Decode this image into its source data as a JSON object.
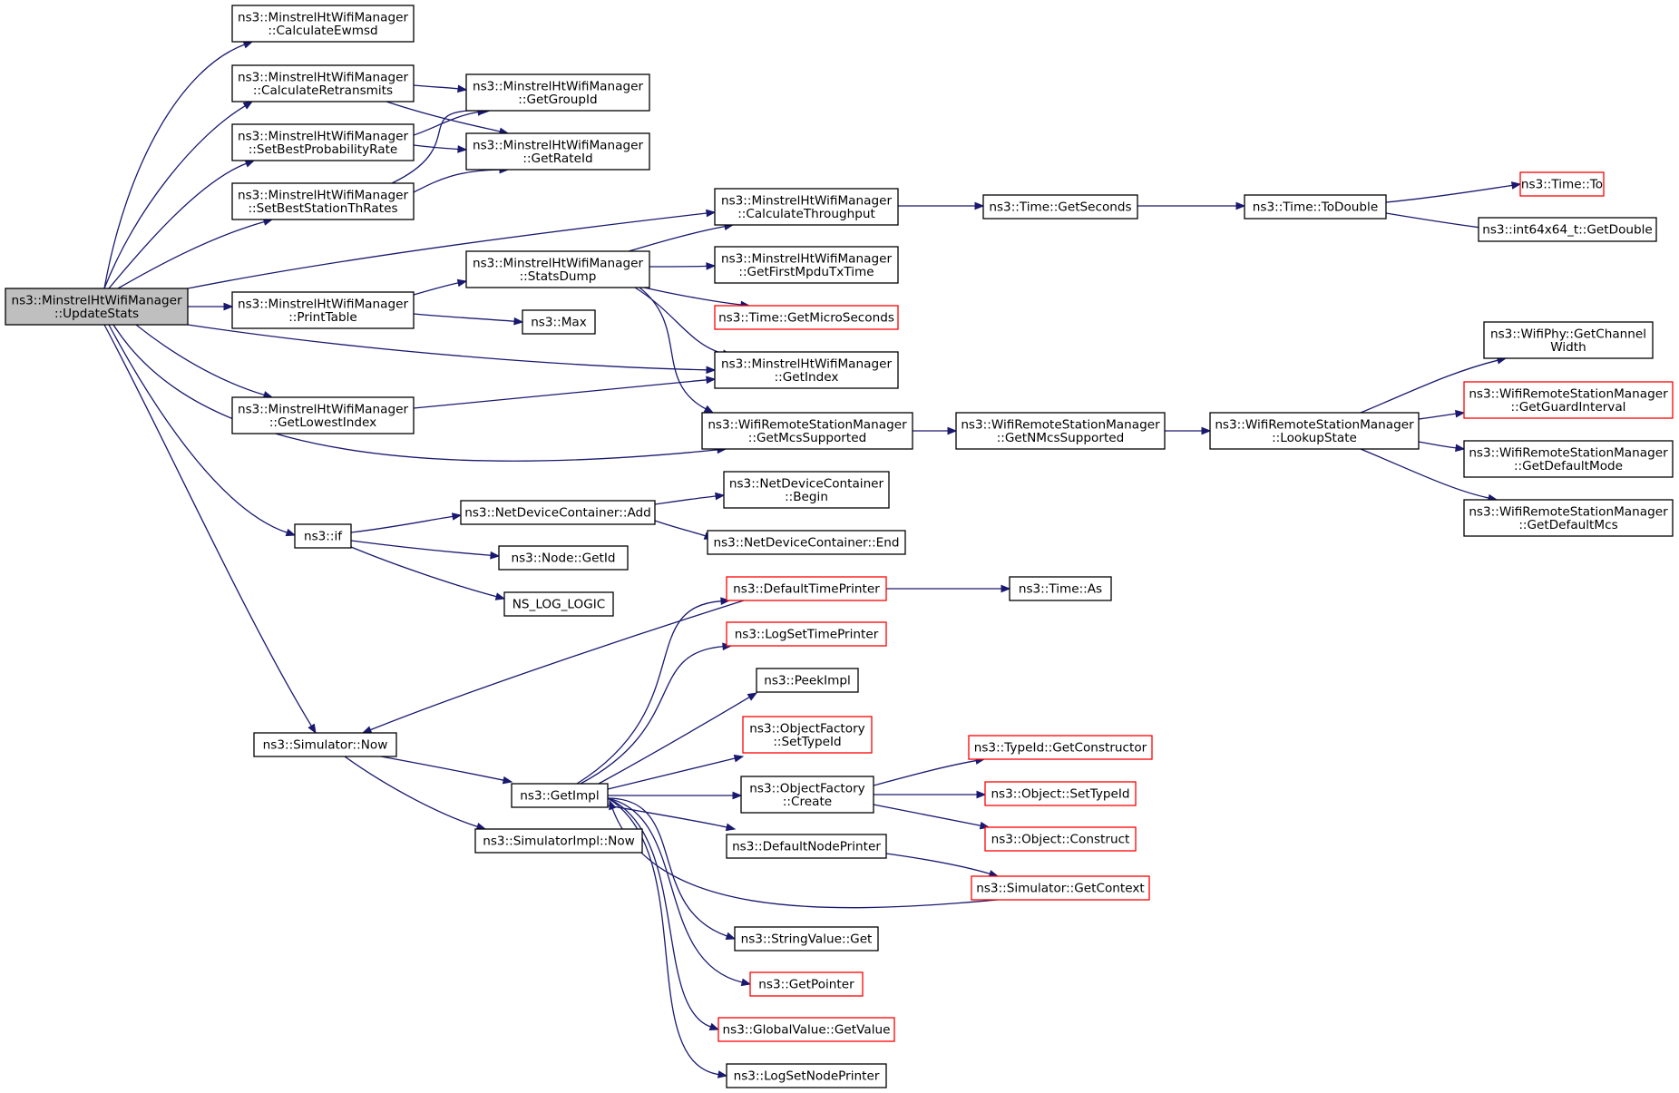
{
  "diagram": {
    "nodes": [
      {
        "id": "n0",
        "lines": [
          "ns3::MinstrelHtWifiManager",
          "::UpdateStats"
        ],
        "style": "root"
      },
      {
        "id": "n1",
        "lines": [
          "ns3::MinstrelHtWifiManager",
          "::CalculateEwmsd"
        ],
        "style": "normal"
      },
      {
        "id": "n2",
        "lines": [
          "ns3::MinstrelHtWifiManager",
          "::CalculateRetransmits"
        ],
        "style": "normal"
      },
      {
        "id": "n3",
        "lines": [
          "ns3::MinstrelHtWifiManager",
          "::SetBestProbabilityRate"
        ],
        "style": "normal"
      },
      {
        "id": "n4",
        "lines": [
          "ns3::MinstrelHtWifiManager",
          "::SetBestStationThRates"
        ],
        "style": "normal"
      },
      {
        "id": "n5",
        "lines": [
          "ns3::MinstrelHtWifiManager",
          "::PrintTable"
        ],
        "style": "normal"
      },
      {
        "id": "n6",
        "lines": [
          "ns3::MinstrelHtWifiManager",
          "::GetLowestIndex"
        ],
        "style": "normal"
      },
      {
        "id": "n7",
        "lines": [
          "ns3::if"
        ],
        "style": "normal"
      },
      {
        "id": "n8",
        "lines": [
          "ns3::Simulator::Now"
        ],
        "style": "normal"
      },
      {
        "id": "n9",
        "lines": [
          "ns3::MinstrelHtWifiManager",
          "::GetGroupId"
        ],
        "style": "normal"
      },
      {
        "id": "n10",
        "lines": [
          "ns3::MinstrelHtWifiManager",
          "::GetRateId"
        ],
        "style": "normal"
      },
      {
        "id": "n11",
        "lines": [
          "ns3::MinstrelHtWifiManager",
          "::StatsDump"
        ],
        "style": "normal"
      },
      {
        "id": "n12",
        "lines": [
          "ns3::Max"
        ],
        "style": "normal"
      },
      {
        "id": "n13",
        "lines": [
          "ns3::NetDeviceContainer::Add"
        ],
        "style": "normal"
      },
      {
        "id": "n14",
        "lines": [
          "ns3::Node::GetId"
        ],
        "style": "normal"
      },
      {
        "id": "n15",
        "lines": [
          "NS_LOG_LOGIC"
        ],
        "style": "normal"
      },
      {
        "id": "n16",
        "lines": [
          "ns3::GetImpl"
        ],
        "style": "normal"
      },
      {
        "id": "n17",
        "lines": [
          "ns3::SimulatorImpl::Now"
        ],
        "style": "normal"
      },
      {
        "id": "n18",
        "lines": [
          "ns3::MinstrelHtWifiManager",
          "::CalculateThroughput"
        ],
        "style": "normal"
      },
      {
        "id": "n19",
        "lines": [
          "ns3::MinstrelHtWifiManager",
          "::GetFirstMpduTxTime"
        ],
        "style": "normal"
      },
      {
        "id": "n20",
        "lines": [
          "ns3::Time::GetMicroSeconds"
        ],
        "style": "external"
      },
      {
        "id": "n21",
        "lines": [
          "ns3::MinstrelHtWifiManager",
          "::GetIndex"
        ],
        "style": "normal"
      },
      {
        "id": "n22",
        "lines": [
          "ns3::WifiRemoteStationManager",
          "::GetMcsSupported"
        ],
        "style": "normal"
      },
      {
        "id": "n23",
        "lines": [
          "ns3::NetDeviceContainer",
          "::Begin"
        ],
        "style": "normal"
      },
      {
        "id": "n24",
        "lines": [
          "ns3::NetDeviceContainer::End"
        ],
        "style": "normal"
      },
      {
        "id": "n25",
        "lines": [
          "ns3::DefaultTimePrinter"
        ],
        "style": "external"
      },
      {
        "id": "n26",
        "lines": [
          "ns3::LogSetTimePrinter"
        ],
        "style": "external"
      },
      {
        "id": "n27",
        "lines": [
          "ns3::PeekImpl"
        ],
        "style": "normal"
      },
      {
        "id": "n28",
        "lines": [
          "ns3::ObjectFactory",
          "::SetTypeId"
        ],
        "style": "external"
      },
      {
        "id": "n29",
        "lines": [
          "ns3::ObjectFactory",
          "::Create"
        ],
        "style": "normal"
      },
      {
        "id": "n30",
        "lines": [
          "ns3::DefaultNodePrinter"
        ],
        "style": "normal"
      },
      {
        "id": "n31",
        "lines": [
          "ns3::StringValue::Get"
        ],
        "style": "normal"
      },
      {
        "id": "n32",
        "lines": [
          "ns3::GetPointer"
        ],
        "style": "external"
      },
      {
        "id": "n33",
        "lines": [
          "ns3::GlobalValue::GetValue"
        ],
        "style": "external"
      },
      {
        "id": "n34",
        "lines": [
          "ns3::LogSetNodePrinter"
        ],
        "style": "normal"
      },
      {
        "id": "n35",
        "lines": [
          "ns3::Time::GetSeconds"
        ],
        "style": "normal"
      },
      {
        "id": "n36",
        "lines": [
          "ns3::WifiRemoteStationManager",
          "::GetNMcsSupported"
        ],
        "style": "normal"
      },
      {
        "id": "n37",
        "lines": [
          "ns3::Time::As"
        ],
        "style": "normal"
      },
      {
        "id": "n38",
        "lines": [
          "ns3::TypeId::GetConstructor"
        ],
        "style": "external"
      },
      {
        "id": "n39",
        "lines": [
          "ns3::Object::SetTypeId"
        ],
        "style": "external"
      },
      {
        "id": "n40",
        "lines": [
          "ns3::Object::Construct"
        ],
        "style": "external"
      },
      {
        "id": "n41",
        "lines": [
          "ns3::Simulator::GetContext"
        ],
        "style": "external"
      },
      {
        "id": "n42",
        "lines": [
          "ns3::Time::ToDouble"
        ],
        "style": "normal"
      },
      {
        "id": "n43",
        "lines": [
          "ns3::WifiRemoteStationManager",
          "::LookupState"
        ],
        "style": "normal"
      },
      {
        "id": "n44",
        "lines": [
          "ns3::Time::To"
        ],
        "style": "external"
      },
      {
        "id": "n45",
        "lines": [
          "ns3::int64x64_t::GetDouble"
        ],
        "style": "normal"
      },
      {
        "id": "n46",
        "lines": [
          "ns3::WifiPhy::GetChannel",
          "Width"
        ],
        "style": "normal"
      },
      {
        "id": "n47",
        "lines": [
          "ns3::WifiRemoteStationManager",
          "::GetGuardInterval"
        ],
        "style": "external"
      },
      {
        "id": "n48",
        "lines": [
          "ns3::WifiRemoteStationManager",
          "::GetDefaultMode"
        ],
        "style": "normal"
      },
      {
        "id": "n49",
        "lines": [
          "ns3::WifiRemoteStationManager",
          "::GetDefaultMcs"
        ],
        "style": "normal"
      }
    ],
    "edges": [
      {
        "from": "n0",
        "to": "n1"
      },
      {
        "from": "n0",
        "to": "n2"
      },
      {
        "from": "n0",
        "to": "n3"
      },
      {
        "from": "n0",
        "to": "n4"
      },
      {
        "from": "n0",
        "to": "n18"
      },
      {
        "from": "n0",
        "to": "n5"
      },
      {
        "from": "n0",
        "to": "n21"
      },
      {
        "from": "n0",
        "to": "n6"
      },
      {
        "from": "n0",
        "to": "n22"
      },
      {
        "from": "n0",
        "to": "n7"
      },
      {
        "from": "n0",
        "to": "n8"
      },
      {
        "from": "n2",
        "to": "n9"
      },
      {
        "from": "n2",
        "to": "n10"
      },
      {
        "from": "n3",
        "to": "n9"
      },
      {
        "from": "n3",
        "to": "n10"
      },
      {
        "from": "n4",
        "to": "n9"
      },
      {
        "from": "n4",
        "to": "n10"
      },
      {
        "from": "n5",
        "to": "n11"
      },
      {
        "from": "n5",
        "to": "n12"
      },
      {
        "from": "n6",
        "to": "n21"
      },
      {
        "from": "n11",
        "to": "n18"
      },
      {
        "from": "n11",
        "to": "n19"
      },
      {
        "from": "n11",
        "to": "n20"
      },
      {
        "from": "n11",
        "to": "n21"
      },
      {
        "from": "n11",
        "to": "n22"
      },
      {
        "from": "n18",
        "to": "n35"
      },
      {
        "from": "n35",
        "to": "n42"
      },
      {
        "from": "n42",
        "to": "n44"
      },
      {
        "from": "n42",
        "to": "n45"
      },
      {
        "from": "n22",
        "to": "n36"
      },
      {
        "from": "n36",
        "to": "n43"
      },
      {
        "from": "n43",
        "to": "n46"
      },
      {
        "from": "n43",
        "to": "n47"
      },
      {
        "from": "n43",
        "to": "n48"
      },
      {
        "from": "n43",
        "to": "n49"
      },
      {
        "from": "n7",
        "to": "n13"
      },
      {
        "from": "n7",
        "to": "n14"
      },
      {
        "from": "n7",
        "to": "n15"
      },
      {
        "from": "n13",
        "to": "n23"
      },
      {
        "from": "n13",
        "to": "n24"
      },
      {
        "from": "n25",
        "to": "n8"
      },
      {
        "from": "n25",
        "to": "n37"
      },
      {
        "from": "n8",
        "to": "n16"
      },
      {
        "from": "n8",
        "to": "n17"
      },
      {
        "from": "n16",
        "to": "n25"
      },
      {
        "from": "n16",
        "to": "n26"
      },
      {
        "from": "n16",
        "to": "n27"
      },
      {
        "from": "n16",
        "to": "n28"
      },
      {
        "from": "n16",
        "to": "n29"
      },
      {
        "from": "n16",
        "to": "n30"
      },
      {
        "from": "n16",
        "to": "n31"
      },
      {
        "from": "n16",
        "to": "n32"
      },
      {
        "from": "n16",
        "to": "n33"
      },
      {
        "from": "n16",
        "to": "n34"
      },
      {
        "from": "n29",
        "to": "n38"
      },
      {
        "from": "n29",
        "to": "n39"
      },
      {
        "from": "n29",
        "to": "n40"
      },
      {
        "from": "n30",
        "to": "n41"
      },
      {
        "from": "n41",
        "to": "n16"
      }
    ]
  },
  "colors": {
    "edge": "#191970",
    "external_border": "#ff0000",
    "root_fill": "#bfbfbf"
  }
}
